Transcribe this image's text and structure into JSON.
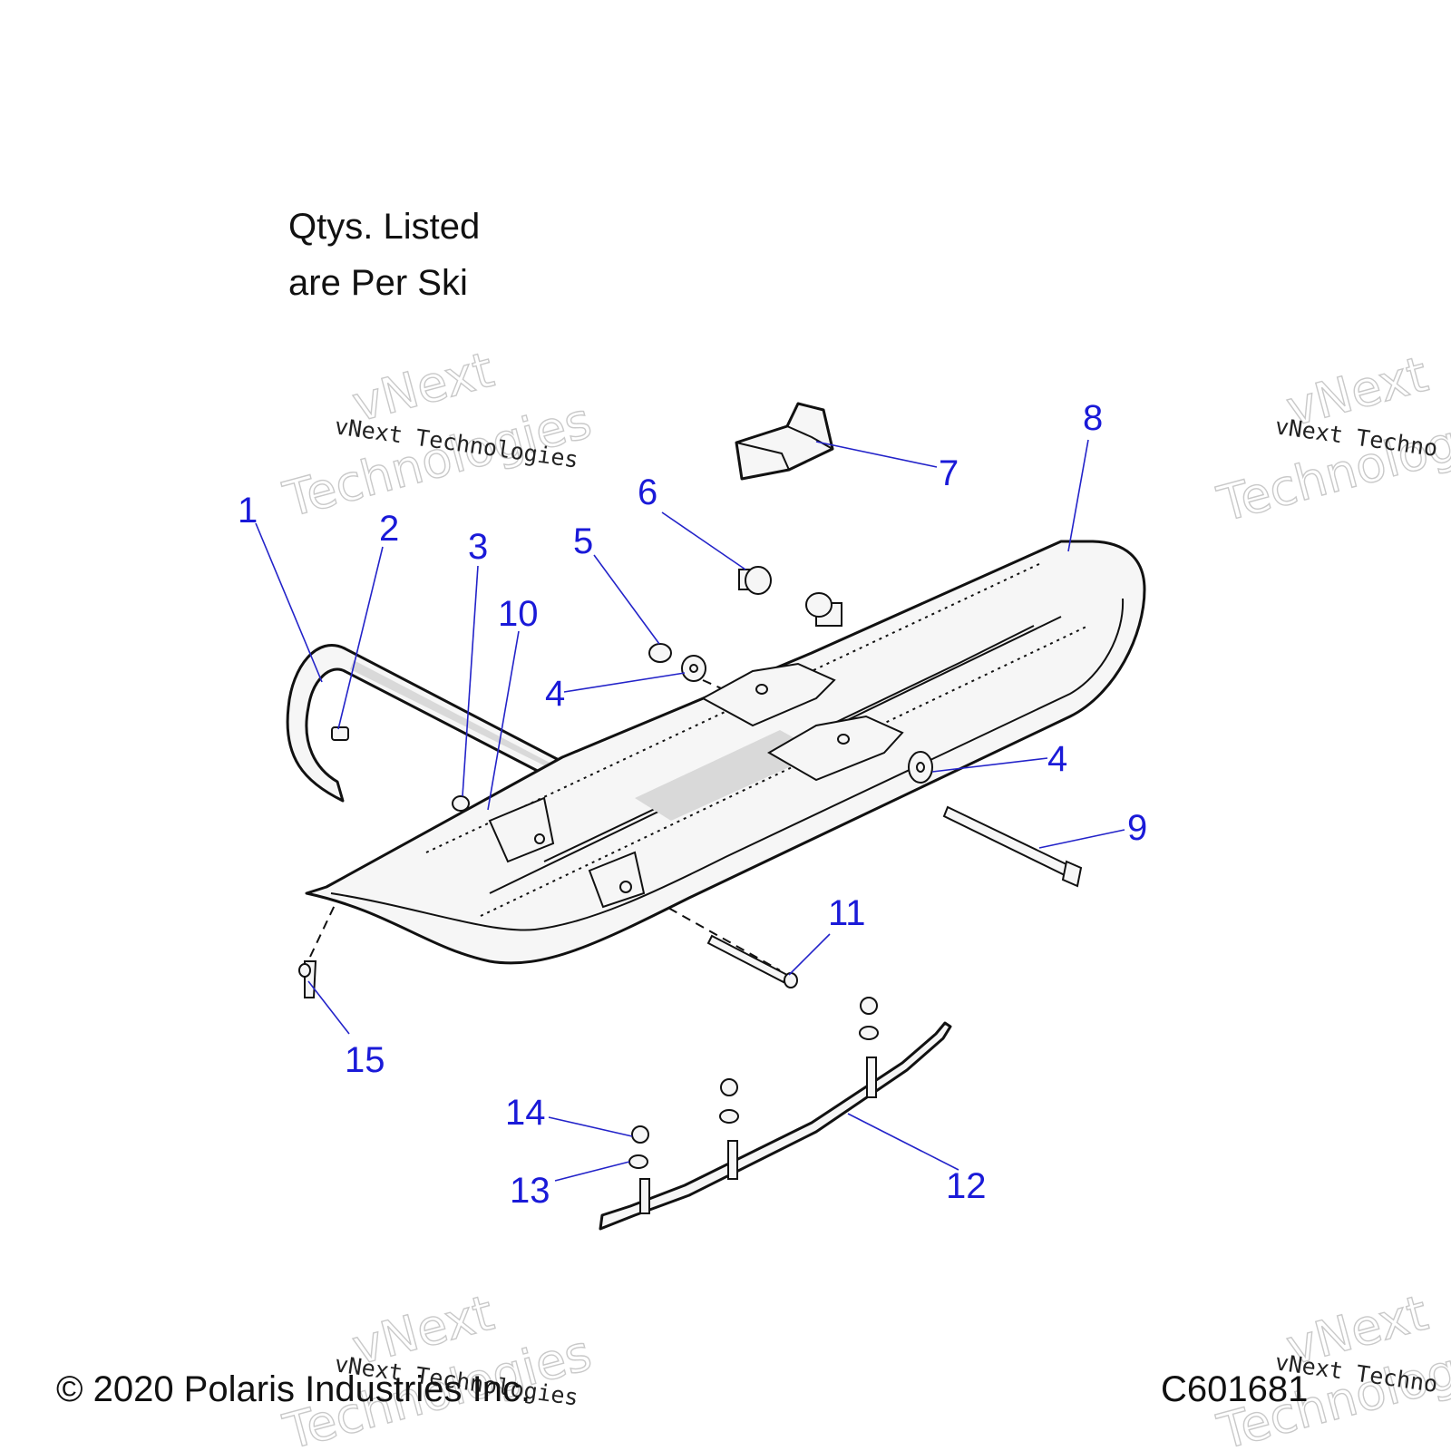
{
  "note": {
    "line1": "Qtys. Listed",
    "line2": "are Per Ski"
  },
  "footer": {
    "copyright": "© 2020 Polaris Industries Inc.",
    "diagram_code": "C601681"
  },
  "watermark": {
    "brand_line1": "vNext",
    "brand_line2": "Technologies",
    "caption": "vNext Technologies",
    "caption_clipped": "vNext Techno"
  },
  "callouts": {
    "c1": "1",
    "c2": "2",
    "c3": "3",
    "c4a": "4",
    "c4b": "4",
    "c5": "5",
    "c6": "6",
    "c7": "7",
    "c8": "8",
    "c9": "9",
    "c10": "10",
    "c11": "11",
    "c12": "12",
    "c13": "13",
    "c14": "14",
    "c15": "15"
  },
  "colors": {
    "callout": "#1a1ad8",
    "leader": "#2323c9",
    "line": "#111111"
  }
}
